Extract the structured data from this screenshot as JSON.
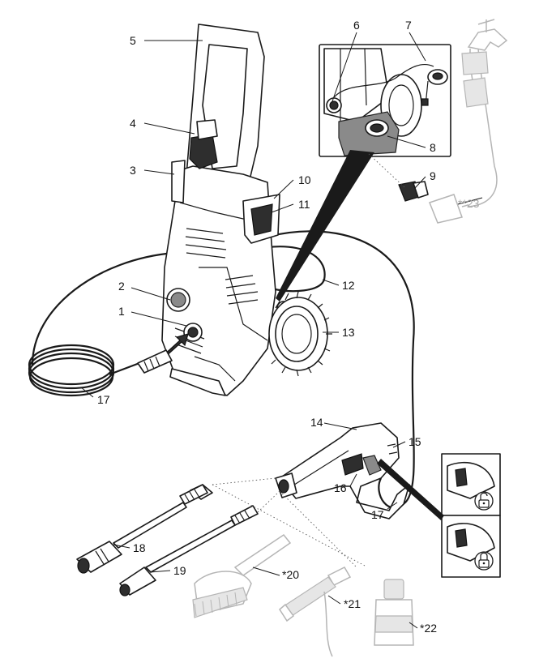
{
  "labels": {
    "l1": "1",
    "l2": "2",
    "l3": "3",
    "l4": "4",
    "l5": "5",
    "l6": "6",
    "l7": "7",
    "l8": "8",
    "l9": "9",
    "l10": "10",
    "l11": "11",
    "l12": "12",
    "l13": "13",
    "l14": "14",
    "l15": "15",
    "l16": "16",
    "l17a": "17",
    "l17b": "17",
    "l18": "18",
    "l19": "19",
    "l20": "*20",
    "l21": "*21",
    "l22": "*22",
    "l23": "**23"
  },
  "colors": {
    "line": "#1a1a1a",
    "accessory_grey": "#b5b5b5",
    "fill_dark": "#2e2e2e"
  },
  "icons": {
    "unlock": "unlocked-padlock-icon",
    "lock": "locked-padlock-icon"
  }
}
